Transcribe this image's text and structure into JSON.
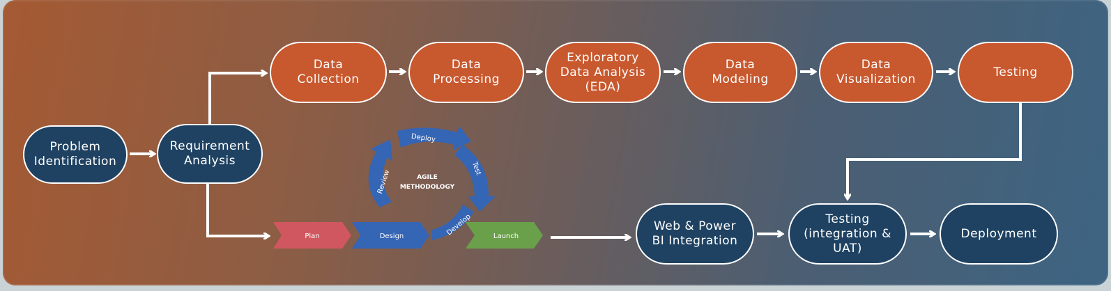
{
  "process_steps": {
    "problem_identification": "Problem\nIdentification",
    "requirement_analysis": "Requirement\nAnalysis",
    "data_collection": "Data\nCollection",
    "data_processing": "Data\nProcessing",
    "eda": "Exploratory\nData Analysis\n(EDA)",
    "data_modeling": "Data\nModeling",
    "data_visualization": "Data\nVisualization",
    "testing": "Testing",
    "web_power_bi": "Web & Power\nBI Integration",
    "testing_uat": "Testing\n(integration &\nUAT)",
    "deployment": "Deployment"
  },
  "agile": {
    "title_line1": "AGILE",
    "title_line2": "METHODOLOGY",
    "cycle": {
      "deploy": "Deploy",
      "test": "Test",
      "develop": "Develop",
      "review": "Review"
    },
    "phases": {
      "plan": "Plan",
      "design": "Design",
      "launch": "Launch"
    }
  },
  "colors": {
    "orange_node": "#c8582e",
    "navy_node": "#1f4262",
    "agile_blue": "#3565b5",
    "plan_pink": "#d0575f",
    "launch_green": "#6aa04a"
  }
}
